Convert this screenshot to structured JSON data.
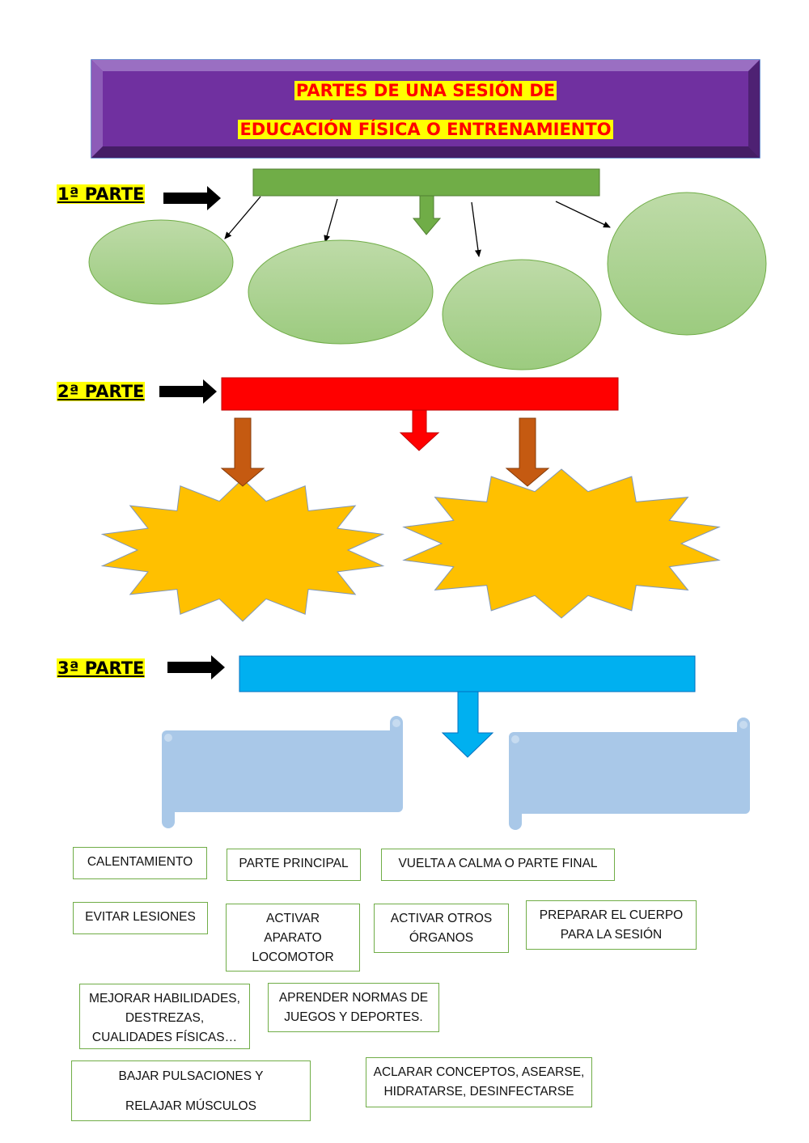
{
  "title": {
    "line1": "PARTES DE UNA SESIÓN DE",
    "line2": "EDUCACIÓN FÍSICA O ENTRENAMIENTO"
  },
  "parts": [
    {
      "label": "1ª PARTE",
      "color": "#70ad47",
      "bubbles": 4
    },
    {
      "label": "2ª PARTE",
      "color": "#ff0000",
      "bubbles": 2
    },
    {
      "label": "3ª PARTE",
      "color": "#00b0f0",
      "bubbles": 2
    }
  ],
  "colors": {
    "title_banner": "#7030a0",
    "ellipse_fill": "#a9d18e",
    "starburst_fill": "#ffc000",
    "scroll_fill": "#a9c8e8",
    "connector_brown": "#c55a11"
  },
  "word_bank": [
    {
      "id": "calentamiento",
      "text": "CALENTAMIENTO"
    },
    {
      "id": "parte-principal",
      "text": "PARTE PRINCIPAL"
    },
    {
      "id": "vuelta-a-calma",
      "text": "VUELTA A CALMA O PARTE FINAL"
    },
    {
      "id": "evitar-lesiones",
      "text": "EVITAR LESIONES"
    },
    {
      "id": "activar-aparato-locomotor",
      "text": "ACTIVAR\nAPARATO\nLOCOMOTOR"
    },
    {
      "id": "activar-otros-organos",
      "text": "ACTIVAR OTROS\nÓRGANOS"
    },
    {
      "id": "preparar-el-cuerpo",
      "text": "PREPARAR EL CUERPO\nPARA LA SESIÓN"
    },
    {
      "id": "mejorar-habilidades",
      "text": "MEJORAR HABILIDADES,\nDESTREZAS,\nCUALIDADES FÍSICAS…"
    },
    {
      "id": "aprender-normas",
      "text": "APRENDER NORMAS DE\nJUEGOS Y DEPORTES."
    },
    {
      "id": "bajar-pulsaciones",
      "text": "BAJAR PULSACIONES Y\n\nRELAJAR MÚSCULOS"
    },
    {
      "id": "aclarar-conceptos",
      "text": "ACLARAR CONCEPTOS, ASEARSE,\nHIDRATARSE, DESINFECTARSE"
    }
  ]
}
